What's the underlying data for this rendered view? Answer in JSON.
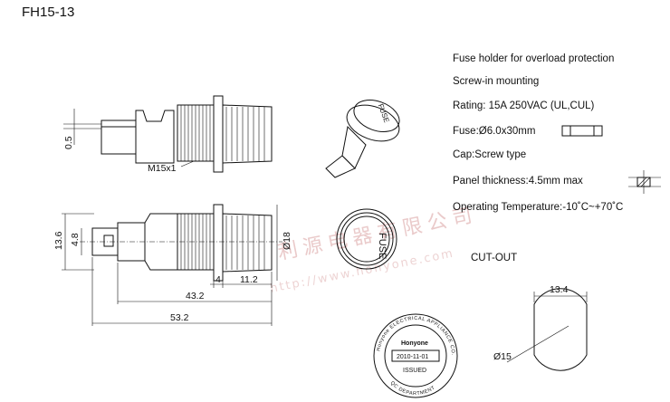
{
  "model": "FH15-13",
  "specs": [
    "Fuse holder for overload protection",
    "Screw-in mounting",
    "Rating: 15A 250VAC (UL,CUL)",
    "Fuse:Ø6.0x30mm",
    "Cap:Screw type",
    "Panel thickness:4.5mm max",
    "Operating Temperature:-10˚C~+70˚C"
  ],
  "dimensions": {
    "top_0_5": "0.5",
    "m15x1": "M15x1",
    "d13_6": "13.6",
    "d4_8": "4.8",
    "d4": "4",
    "d11_2": "11.2",
    "d43_2": "43.2",
    "d53_2": "53.2",
    "d18": "Ø18"
  },
  "cap_label": "FUSE",
  "cutout": {
    "title": "CUT-OUT",
    "width": "13.4",
    "diameter": "Ø15"
  },
  "stamp": {
    "ring_top": "Honyone ELECTRICAL APPLIANCE CO.,LTD",
    "ring_bottom": "QC DEPARTMENT",
    "brand": "Honyone",
    "date": "2010-11-01",
    "status": "ISSUED"
  },
  "watermark": {
    "cn": "利源电器有限公司",
    "url": "http://www.honyone.com"
  }
}
